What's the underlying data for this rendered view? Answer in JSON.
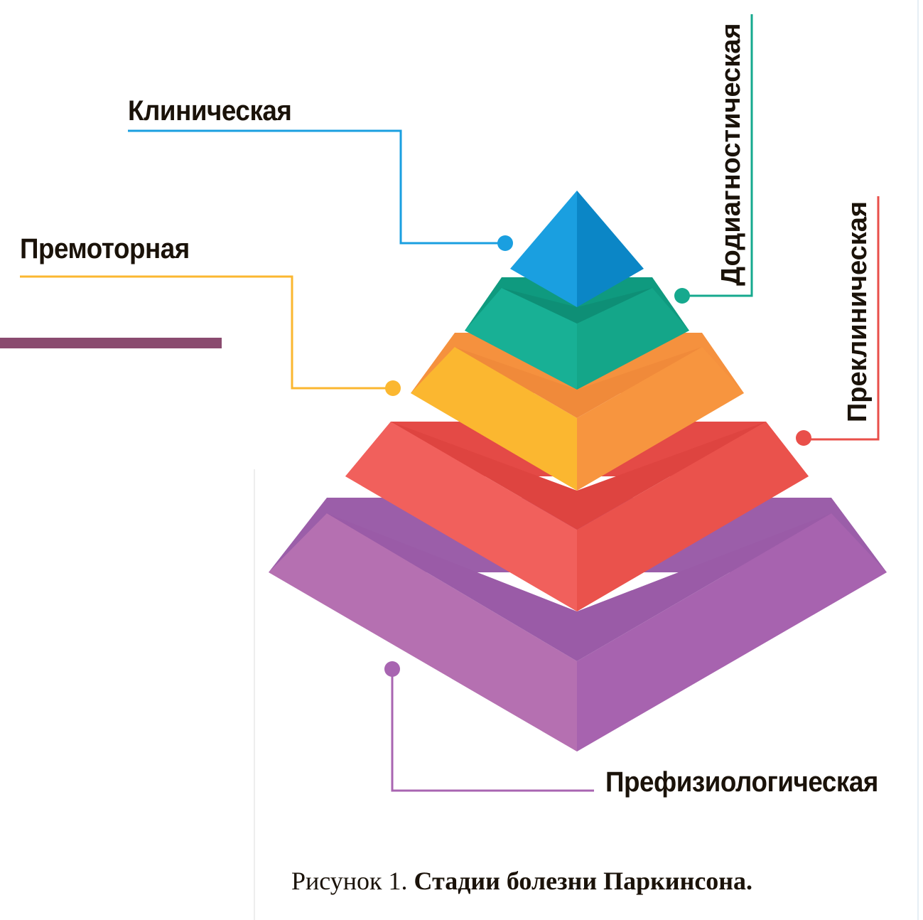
{
  "stages": {
    "clinical": "Клиническая",
    "premotor": "Премоторная",
    "prediagnostic": "Додиагностическая",
    "preclinical": "Преклиническая",
    "prephysiological": "Префизиологическая"
  },
  "caption": {
    "prefix": "Рисунок 1.",
    "title": "Стадии болезни Паркинсона."
  },
  "colors": {
    "clinical": "#1a9fe0",
    "prediagnostic": "#16a98e",
    "premotor": "#fbb730",
    "preclinical": "#e94f4a",
    "prephysiological": "#a865b1",
    "accent_bar": "#8a4b6f"
  }
}
